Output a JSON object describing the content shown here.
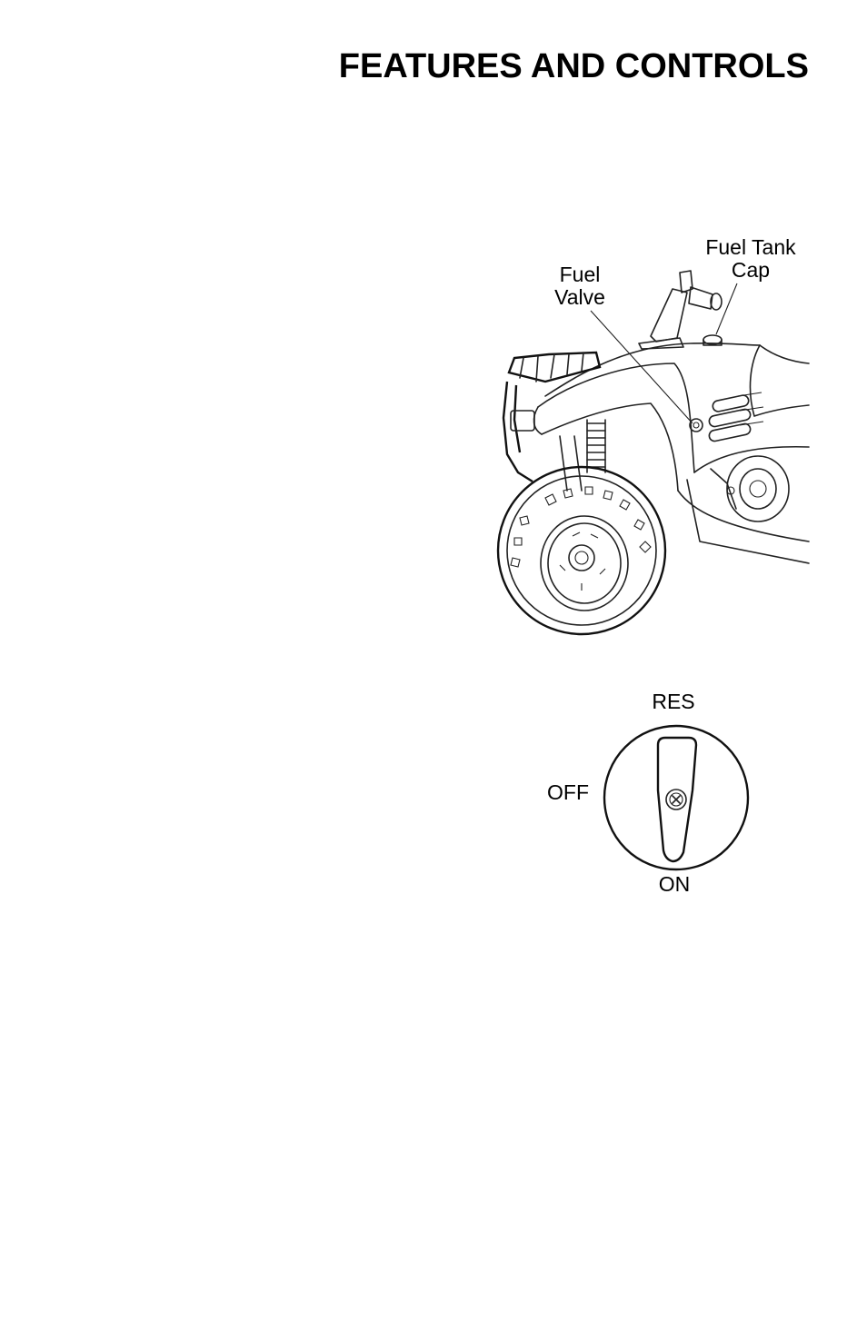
{
  "page": {
    "title": "FEATURES AND CONTROLS"
  },
  "atv_figure": {
    "callouts": {
      "fuel_valve_line1": "Fuel",
      "fuel_valve_line2": "Valve",
      "fuel_tank_cap_line1": "Fuel Tank",
      "fuel_tank_cap_line2": "Cap"
    }
  },
  "valve_figure": {
    "positions": {
      "res": "RES",
      "off": "OFF",
      "on": "ON"
    }
  }
}
